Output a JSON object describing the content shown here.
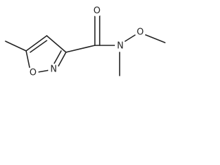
{
  "molecule": {
    "atoms": [
      {
        "label": "O"
      },
      {
        "label": "N"
      },
      {
        "label": "O"
      },
      {
        "label": "N"
      }
    ]
  }
}
